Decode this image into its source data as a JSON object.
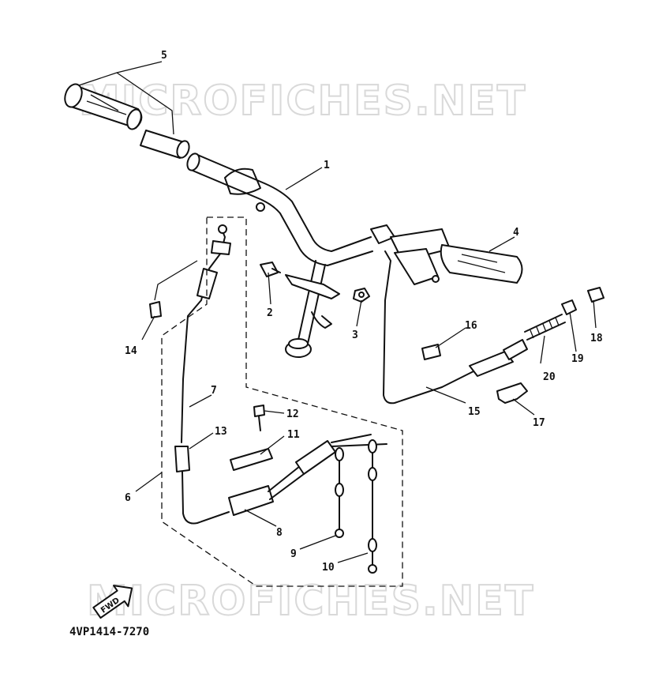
{
  "watermark": {
    "top": "MICROFICHES.NET",
    "bottom": "MICROFICHES.NET"
  },
  "front_arrow_label": "FWD",
  "diagram_code": "4VP1414-7270",
  "callouts": [
    {
      "id": "c1",
      "text": "1"
    },
    {
      "id": "c2",
      "text": "2"
    },
    {
      "id": "c3",
      "text": "3"
    },
    {
      "id": "c4",
      "text": "4"
    },
    {
      "id": "c5",
      "text": "5"
    },
    {
      "id": "c6",
      "text": "6"
    },
    {
      "id": "c7",
      "text": "7"
    },
    {
      "id": "c8",
      "text": "8"
    },
    {
      "id": "c9",
      "text": "9"
    },
    {
      "id": "c10",
      "text": "10"
    },
    {
      "id": "c11",
      "text": "11"
    },
    {
      "id": "c12",
      "text": "12"
    },
    {
      "id": "c13",
      "text": "13"
    },
    {
      "id": "c14",
      "text": "14"
    },
    {
      "id": "c15",
      "text": "15"
    },
    {
      "id": "c16",
      "text": "16"
    },
    {
      "id": "c17",
      "text": "17"
    },
    {
      "id": "c18",
      "text": "18"
    },
    {
      "id": "c19",
      "text": "19"
    },
    {
      "id": "c20",
      "text": "20"
    }
  ]
}
